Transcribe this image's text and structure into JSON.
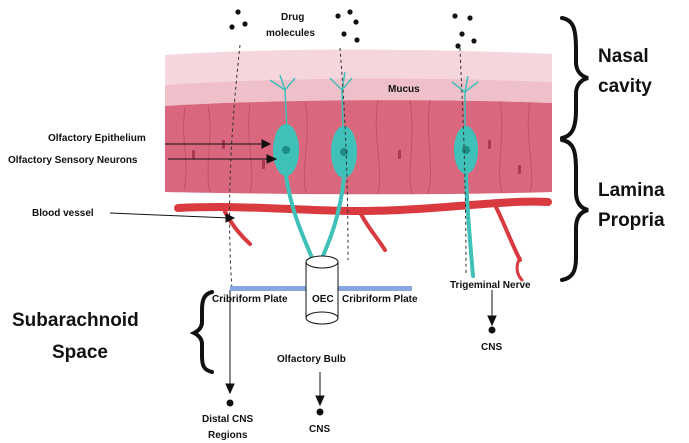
{
  "labels": {
    "drug_molecules_line1": "Drug",
    "drug_molecules_line2": "molecules",
    "mucus": "Mucus",
    "olfactory_epithelium": "Olfactory Epithelium",
    "olfactory_sensory_neurons": "Olfactory Sensory Neurons",
    "blood_vessel": "Blood vessel",
    "cribriform_plate_left": "Cribriform Plate",
    "oec": "OEC",
    "cribriform_plate_right": "Cribriform Plate",
    "trigeminal_nerve": "Trigeminal Nerve",
    "olfactory_bulb": "Olfactory Bulb",
    "cns_bulb": "CNS",
    "cns_trigeminal": "CNS",
    "distal_cns_line1": "Distal CNS",
    "distal_cns_line2": "Regions",
    "nasal_cavity_line1": "Nasal",
    "nasal_cavity_line2": "cavity",
    "lamina_propria_line1": "Lamina",
    "lamina_propria_line2": "Propria",
    "subarachnoid_line1": "Subarachnoid",
    "subarachnoid_line2": "Space"
  },
  "colors": {
    "mucus_top": "#f5d6dc",
    "mucus_mid": "#f0c0ca",
    "epithelium": "#d9687e",
    "epithelium_dark": "#c9546c",
    "blood_vessel": "#d93a3f",
    "neuron": "#3fc0b8",
    "neuron_dark": "#1f8c86",
    "cribriform_plate": "#8aa6e0",
    "text": "#111111"
  }
}
